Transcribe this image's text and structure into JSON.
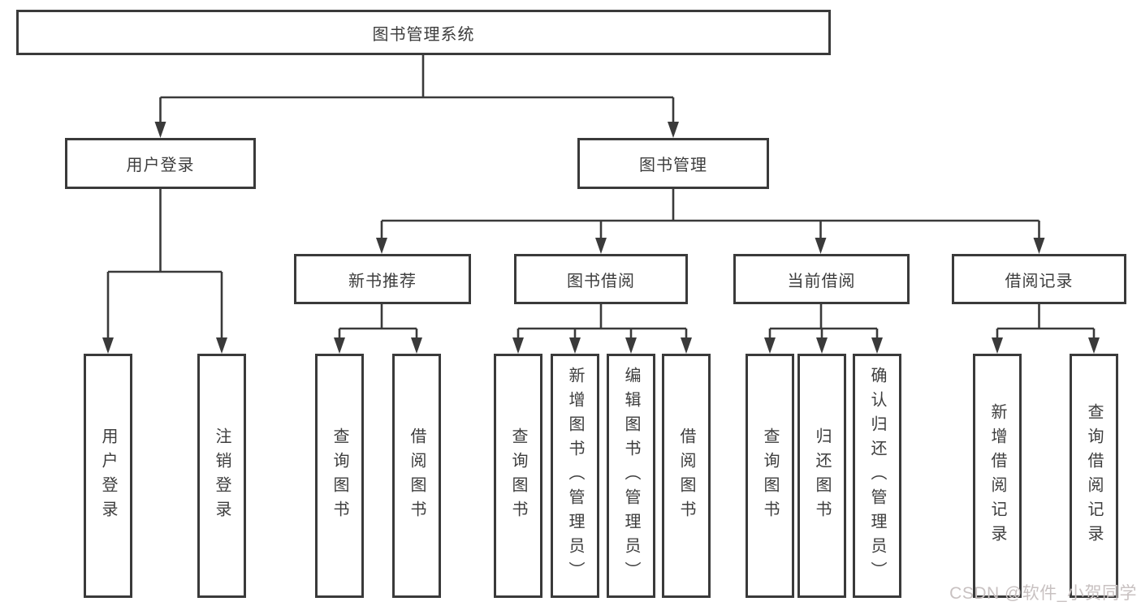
{
  "title": {
    "label": "图书管理系统"
  },
  "nodes": {
    "user_login": {
      "label": "用户登录"
    },
    "book_mgmt": {
      "label": "图书管理"
    },
    "new_books": {
      "label": "新书推荐"
    },
    "book_borrow": {
      "label": "图书借阅"
    },
    "current_borrow": {
      "label": "当前借阅"
    },
    "borrow_records": {
      "label": "借阅记录"
    }
  },
  "leaves": {
    "login": {
      "label": "用户登录"
    },
    "logout": {
      "label": "注销登录"
    },
    "nb_query": {
      "label": "查询图书"
    },
    "nb_borrow": {
      "label": "借阅图书"
    },
    "bw_query": {
      "label": "查询图书"
    },
    "bw_add": {
      "label": "新增图书（管理员）"
    },
    "bw_edit": {
      "label": "编辑图书（管理员）"
    },
    "bw_borrow": {
      "label": "借阅图书"
    },
    "cur_query": {
      "label": "查询图书"
    },
    "cur_return": {
      "label": "归还图书"
    },
    "cur_confirm": {
      "label": "确认归还（管理员）"
    },
    "rec_add": {
      "label": "新增借阅记录"
    },
    "rec_query": {
      "label": "查询借阅记录"
    }
  },
  "watermark": {
    "text": "CSDN @软件_小贺同学"
  },
  "colors": {
    "line": "#3a3a3a",
    "border": "#3a3a3a",
    "text": "#3d3d3d",
    "watermark": "#c8c1c1",
    "background": "#ffffff"
  }
}
